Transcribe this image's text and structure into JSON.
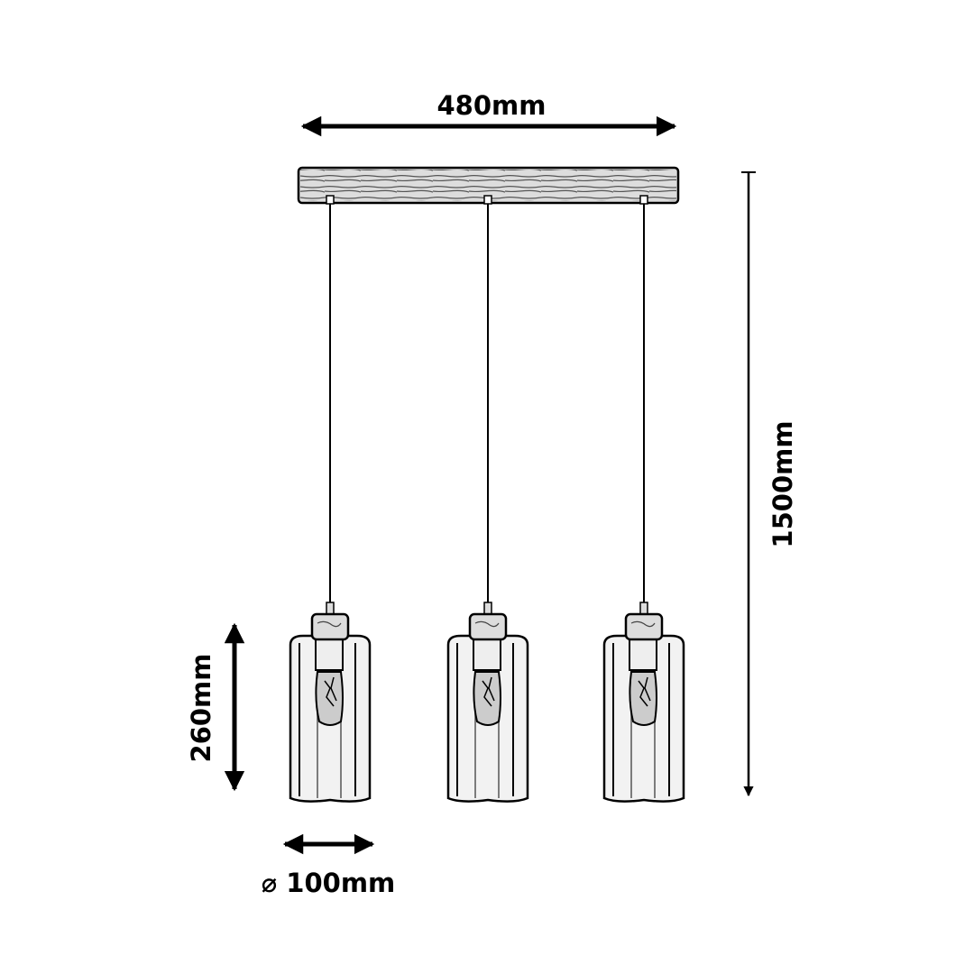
{
  "dimensions": {
    "width_label": "480mm",
    "height_label": "1500mm",
    "shade_height_label": "260mm",
    "shade_diameter_label": "⌀ 100mm"
  },
  "pendant_count": 3,
  "colors": {
    "line": "#000000",
    "background": "#ffffff",
    "shade_fill": "#f2f2f2"
  }
}
